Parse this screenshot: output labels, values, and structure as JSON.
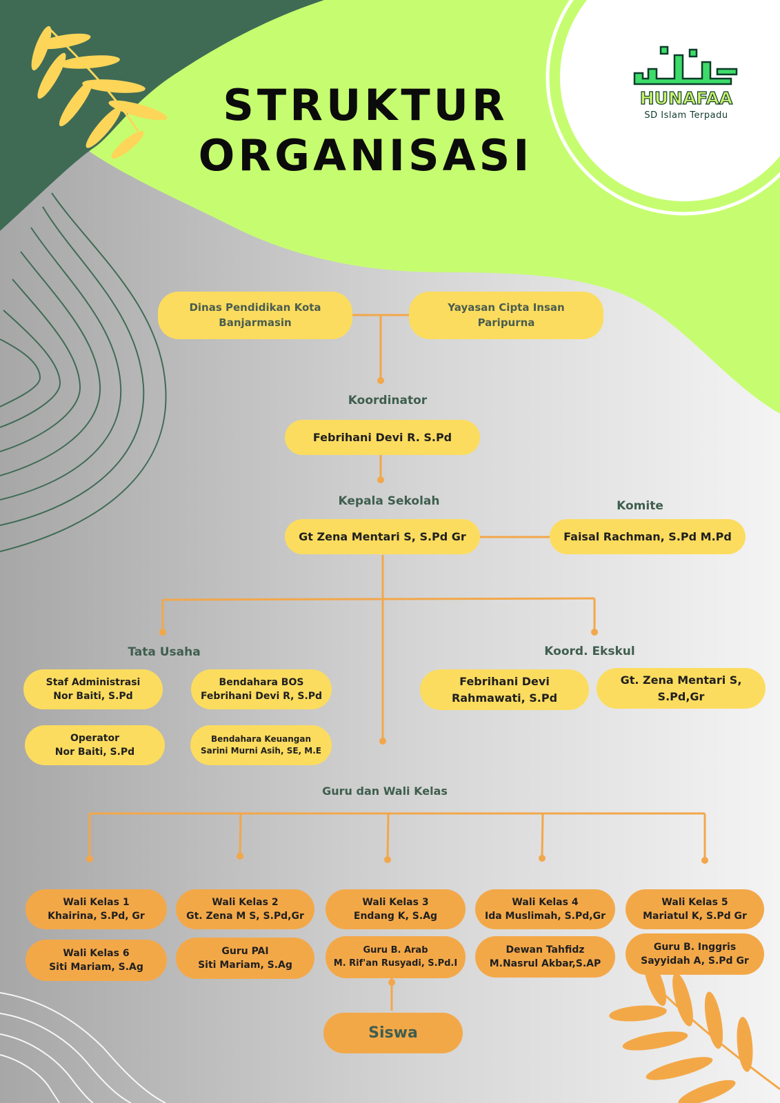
{
  "title": {
    "line1": "STRUKTUR",
    "line2": "ORGANISASI"
  },
  "logo": {
    "name": "HUNAFAA",
    "subtitle": "SD Islam Terpadu"
  },
  "colors": {
    "yellow": "#fcdc5e",
    "orange": "#f3a848",
    "lime": "#c6fd70",
    "dark_green": "#3f6b55",
    "line": "#f2a74a",
    "label": "#3f5e4f"
  },
  "top": {
    "dinas": [
      "Dinas Pendidikan Kota",
      "Banjarmasin"
    ],
    "yayasan": [
      "Yayasan Cipta Insan",
      "Paripurna"
    ]
  },
  "koordinator": {
    "label": "Koordinator",
    "name": "Febrihani Devi R. S.Pd"
  },
  "kepala": {
    "label": "Kepala Sekolah",
    "name": "Gt Zena Mentari S, S.Pd Gr"
  },
  "komite": {
    "label": "Komite",
    "name": "Faisal Rachman, S.Pd M.Pd"
  },
  "tata_usaha": {
    "label": "Tata Usaha",
    "staf": [
      "Staf Administrasi",
      "Nor Baiti, S.Pd"
    ],
    "bendahara_bos": [
      "Bendahara BOS",
      "Febrihani Devi R, S.Pd"
    ],
    "operator": [
      "Operator",
      "Nor Baiti, S.Pd"
    ],
    "bendahara_keuangan": [
      "Bendahara Keuangan",
      "Sarini Murni Asih, SE, M.E"
    ]
  },
  "ekskul": {
    "label": "Koord. Ekskul",
    "a": [
      "Febrihani Devi",
      "Rahmawati, S.Pd"
    ],
    "b": [
      "Gt. Zena Mentari S,",
      "S.Pd,Gr"
    ]
  },
  "guru": {
    "label": "Guru dan Wali Kelas",
    "row1": [
      [
        "Wali Kelas 1",
        "Khairina, S.Pd, Gr"
      ],
      [
        "Wali Kelas 2",
        "Gt. Zena M S, S.Pd,Gr"
      ],
      [
        "Wali Kelas 3",
        "Endang K, S.Ag"
      ],
      [
        "Wali Kelas 4",
        "Ida Muslimah, S.Pd,Gr"
      ],
      [
        "Wali Kelas 5",
        "Mariatul K, S.Pd Gr"
      ]
    ],
    "row2": [
      [
        "Wali Kelas 6",
        "Siti Mariam, S.Ag"
      ],
      [
        "Guru PAI",
        "Siti Mariam, S.Ag"
      ],
      [
        "Guru B. Arab",
        "M. Rif'an Rusyadi, S.Pd.I"
      ],
      [
        "Dewan Tahfidz",
        "M.Nasrul Akbar,S.AP"
      ],
      [
        "Guru B. Inggris",
        "Sayyidah A, S.Pd Gr"
      ]
    ]
  },
  "siswa": "Siswa"
}
